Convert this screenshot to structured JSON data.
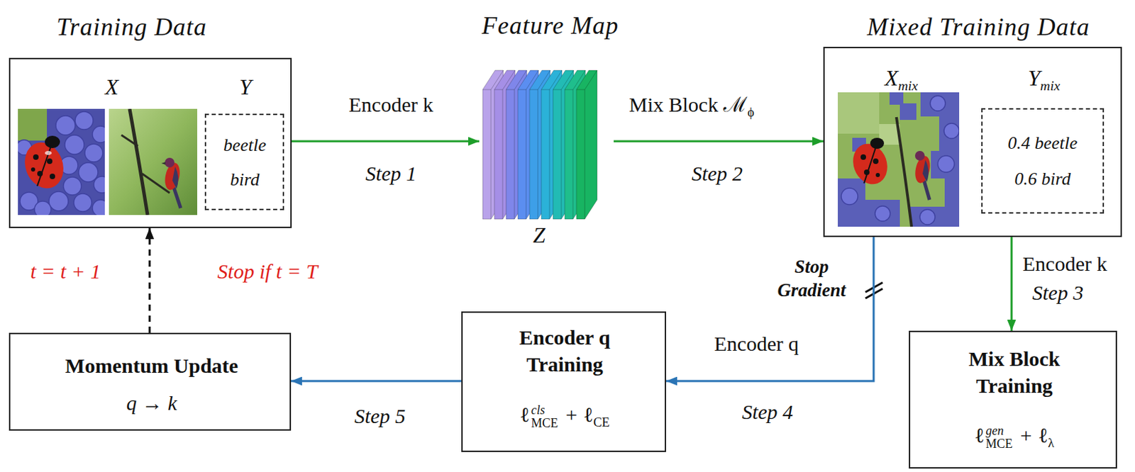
{
  "diagram": {
    "nodes": [
      {
        "text": [
          "Training Data",
          "X",
          "Y"
        ]
      },
      {
        "text": [
          "beetle",
          "bird"
        ],
        "in": 0
      },
      {
        "text": [
          "Feature Map",
          "Z"
        ]
      },
      {
        "text": [
          "Mixed Training Data",
          "X",
          "mix",
          "Y",
          "mix"
        ]
      },
      {
        "text": [
          "0.4 beetle",
          "0.6 bird"
        ],
        "in": 3
      },
      {
        "text": [
          "Momentum Update",
          "q → k"
        ]
      },
      {
        "text": [
          "Encoder q Training",
          "ℓ",
          "cls",
          "MCE",
          "+",
          "ℓ",
          "CE"
        ]
      },
      {
        "text": [
          "Mix Block Training",
          "ℓ",
          "gen",
          "MCE",
          "+",
          "ℓ",
          "λ"
        ]
      }
    ],
    "edges": [
      {
        "from": 0,
        "to": 2,
        "arrow": "to",
        "label": "Encoder k"
      },
      {
        "from": 2,
        "to": 3,
        "arrow": "to",
        "label": "Mix Block ℳ"
      },
      {
        "from": 3,
        "to": 7,
        "arrow": "to",
        "label": "Encoder k"
      },
      {
        "from": 3,
        "to": 6,
        "arrow": "to",
        "label": "Encoder q"
      },
      {
        "from": 6,
        "to": 5,
        "arrow": "to",
        "label": "Step 5"
      },
      {
        "from": 5,
        "to": 0,
        "arrow": "to"
      }
    ],
    "labels": [
      "Step 1",
      "ϕ",
      "Step 2",
      "Step 3",
      "Stop Gradient",
      "Step 4",
      "t = t + 1",
      "Stop if t = T"
    ]
  }
}
